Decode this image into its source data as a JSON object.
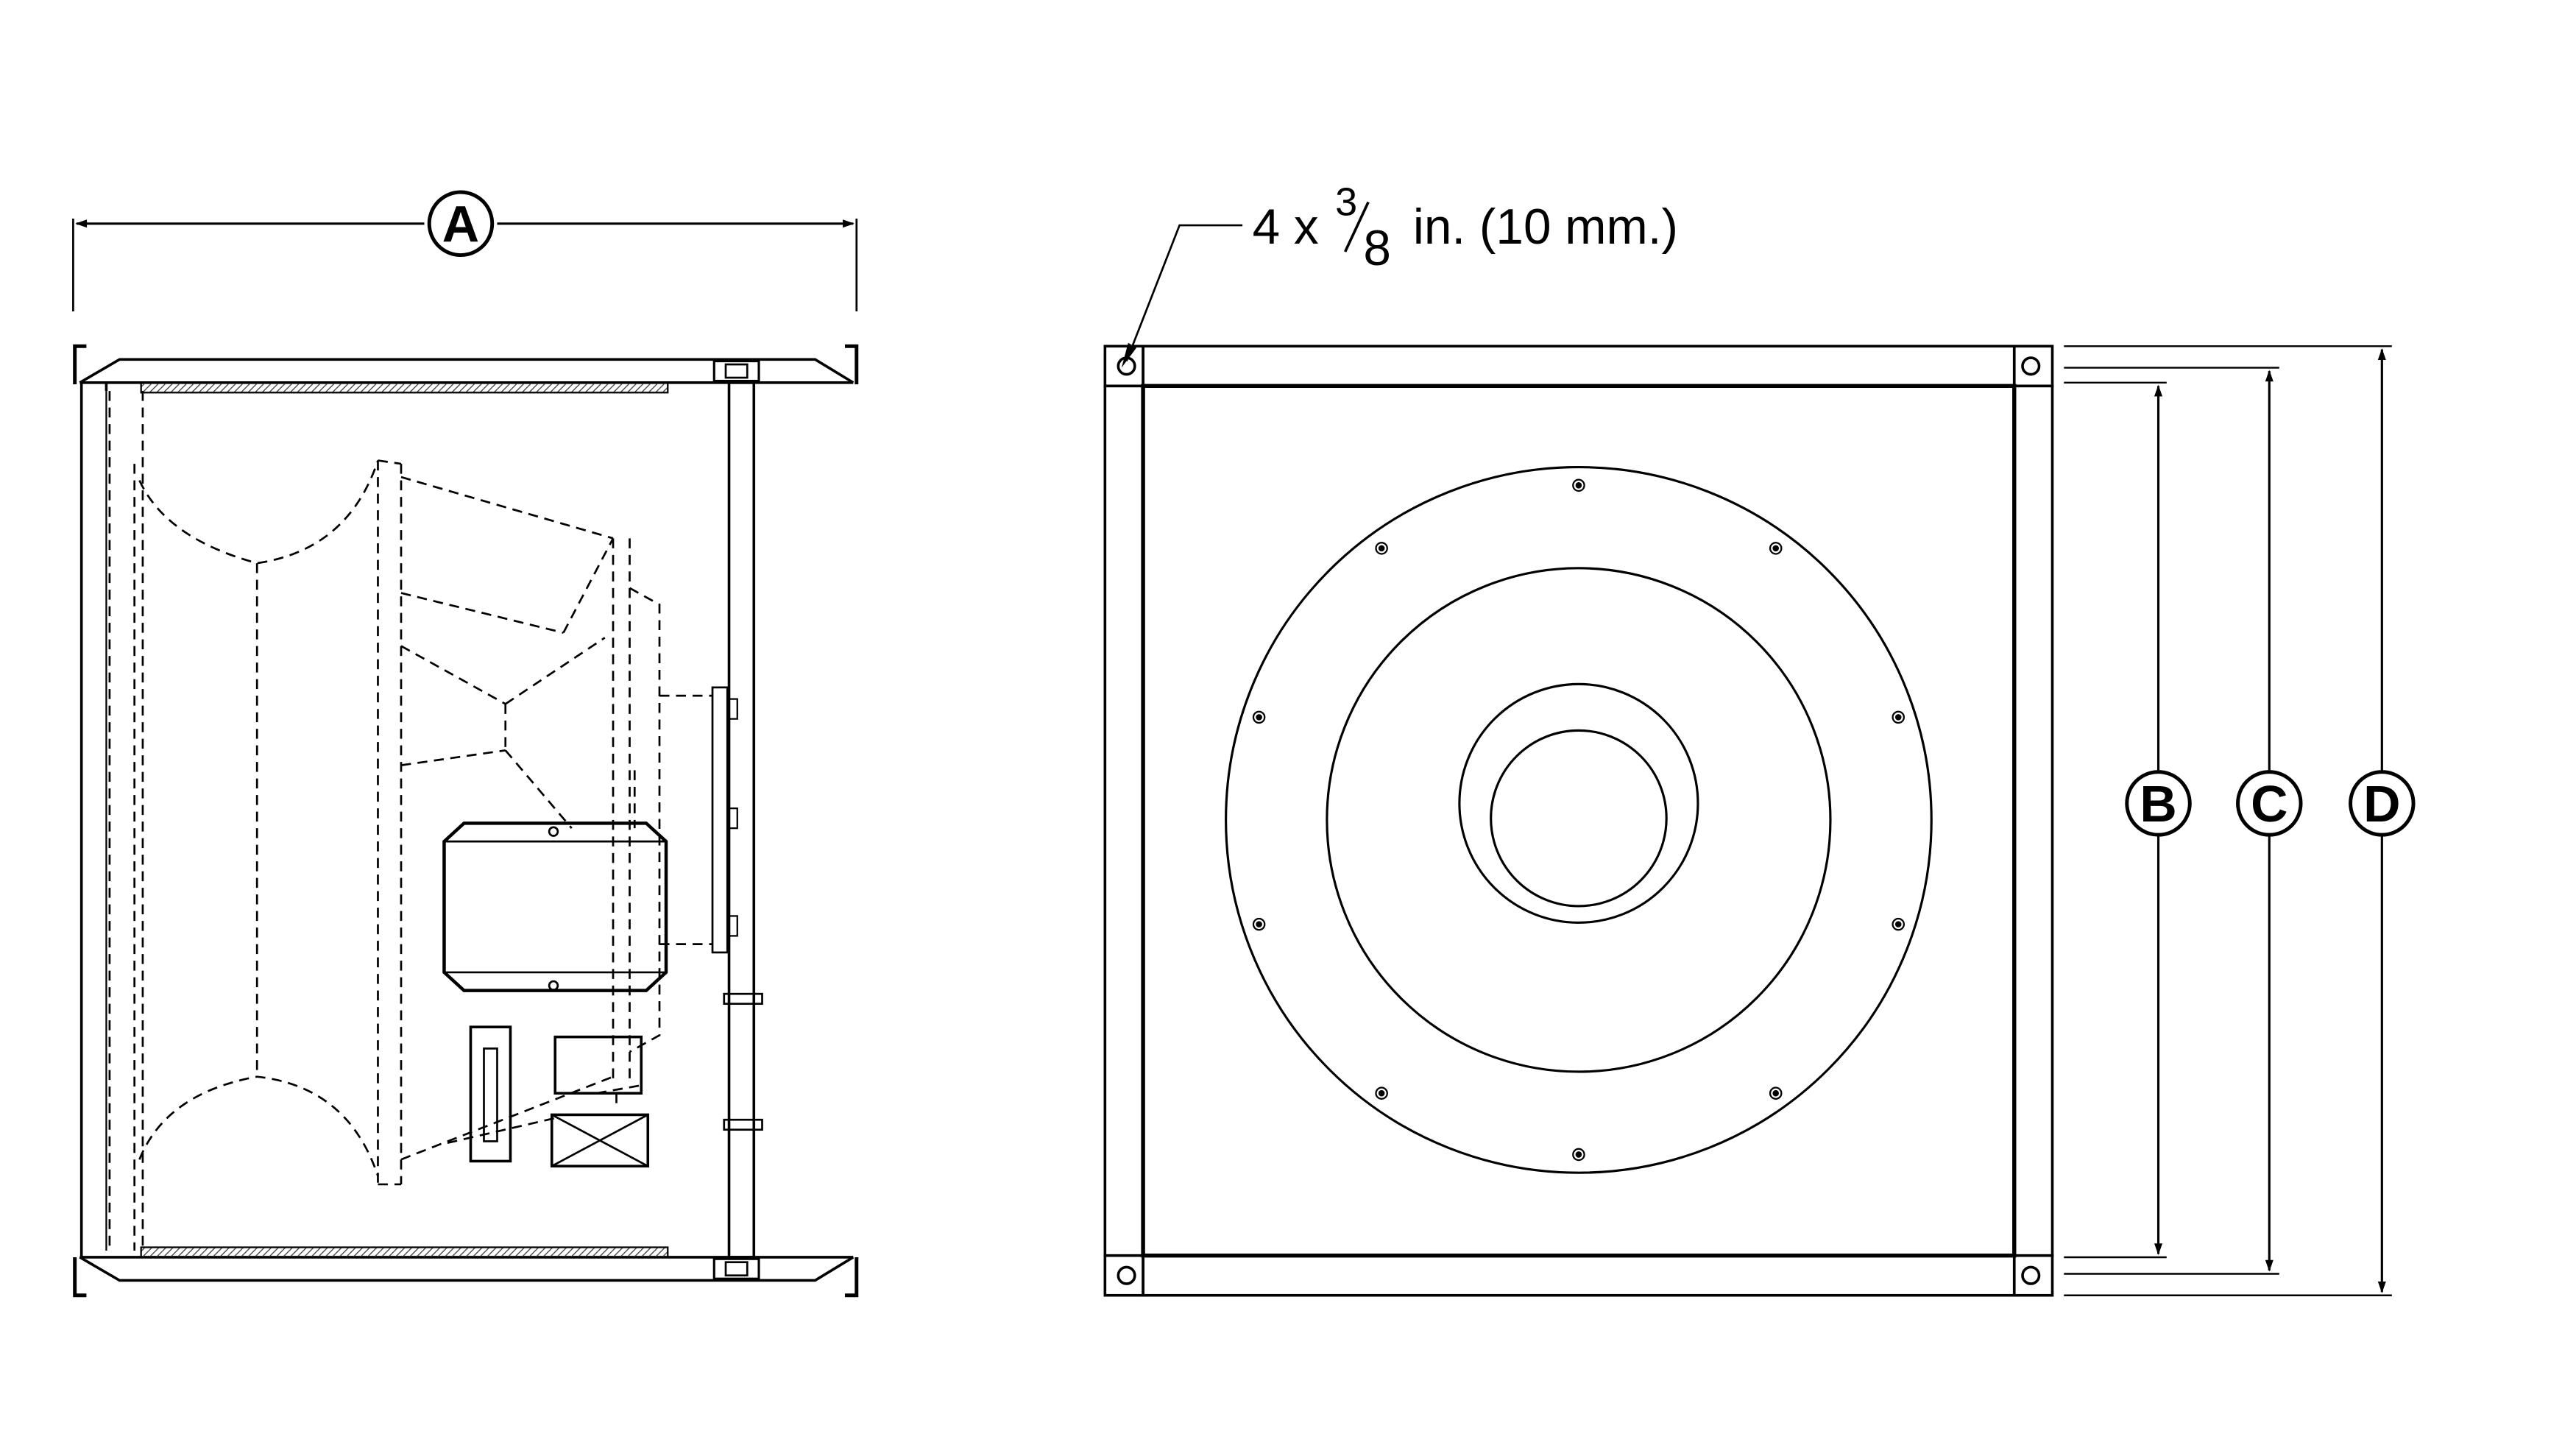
{
  "labels": {
    "dim_a": "A",
    "dim_b": "B",
    "dim_c": "C",
    "dim_d": "D"
  },
  "note": {
    "count": "4 x",
    "numerator": "3",
    "denominator": "8",
    "unit_text": "in. (10 mm.)"
  },
  "colors": {
    "line": "#000000",
    "hatch": "#555555",
    "background": "#ffffff"
  }
}
